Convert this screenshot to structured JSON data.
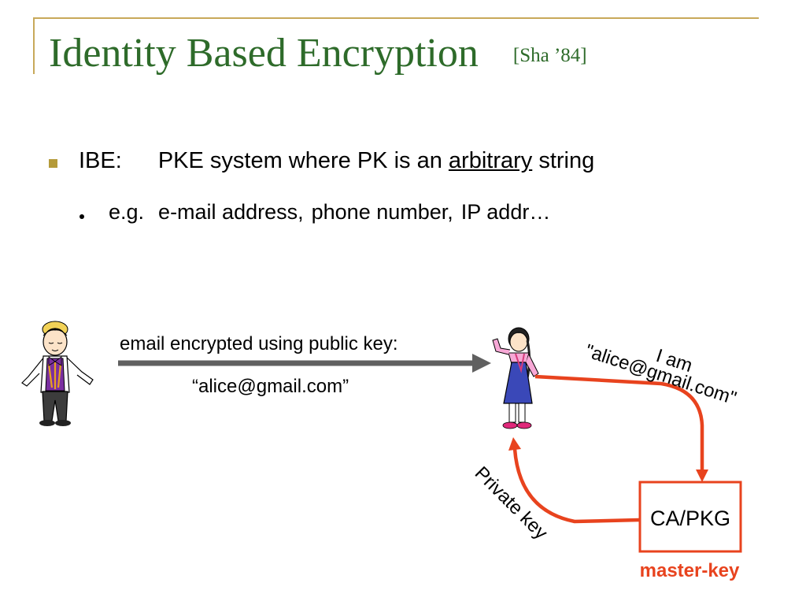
{
  "slide": {
    "title": "Identity Based Encryption",
    "citation": "[Sha ’84]",
    "bullet1": {
      "term": "IBE:",
      "text_before": "PKE system where PK is an ",
      "underlined": "arbitrary",
      "text_after": " string"
    },
    "bullet2": {
      "prefix": "e.g.",
      "item1": "e-mail address,",
      "item2": "phone number,",
      "item3": "IP addr…"
    }
  },
  "diagram": {
    "email_label": "email encrypted using public key:",
    "email_address": "“alice@gmail.com”",
    "i_am_label": "I am",
    "i_am_email": "\"alice@gmail.com\"",
    "private_key_label": "Private key",
    "ca_label": "CA/PKG",
    "master_key_label": "master-key"
  },
  "colors": {
    "title_green": "#2e6b2a",
    "frame_gold": "#c8a95a",
    "bullet_gold": "#b59b3a",
    "arrow_gray": "#606060",
    "accent_orange": "#e8431e"
  }
}
